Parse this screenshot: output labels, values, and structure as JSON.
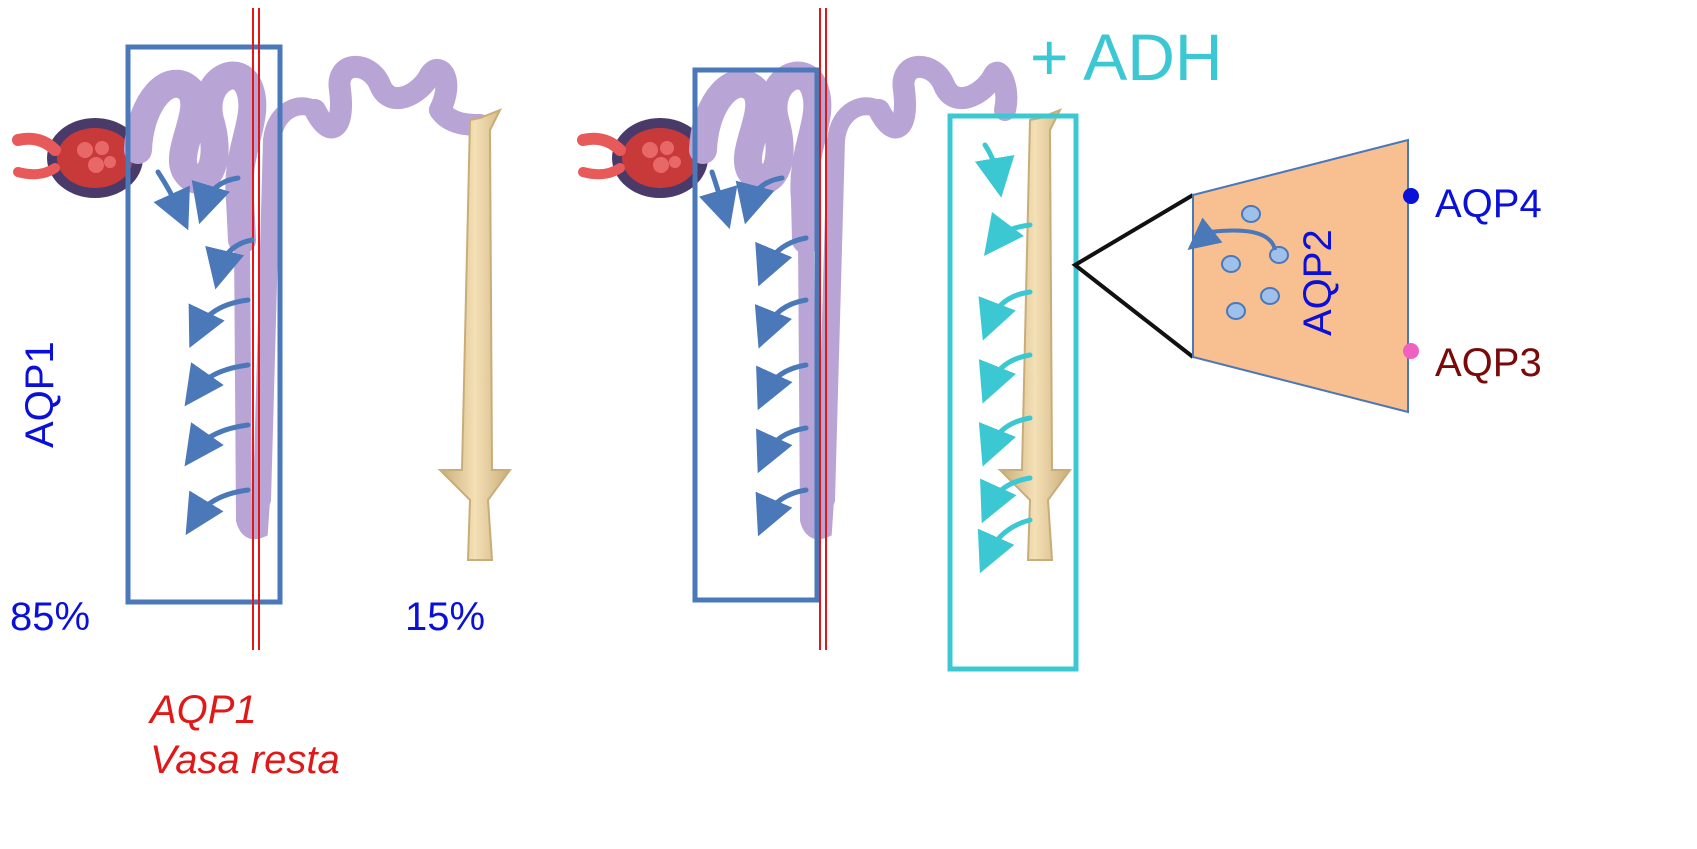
{
  "left_panel": {
    "side_label": "AQP1",
    "percent_proximal": "85%",
    "percent_collecting": "15%",
    "vasa_label_line1": "AQP1",
    "vasa_label_line2": "Vasa resta"
  },
  "right_panel": {
    "hormone_label": "+ ADH",
    "zoom": {
      "channel_label": "AQP2",
      "basolateral_top_label": "AQP4",
      "basolateral_bottom_label": "AQP3"
    }
  },
  "colors": {
    "proximal_box": "#4a78b8",
    "collecting_box": "#3cc8d2",
    "vasa_line": "#e01818",
    "tubule": "#b9a4d6",
    "collecting_duct": "#e8cf9c",
    "cell": "#f8c090",
    "aqp2_dot": "#9ec0ea",
    "aqp4_dot": "#0a10d8",
    "aqp3_dot": "#f060c0",
    "label_blue": "#0a10d8",
    "label_red": "#e01818",
    "label_cyan": "#3cc8d2",
    "label_darkred": "#7a0a0a"
  }
}
